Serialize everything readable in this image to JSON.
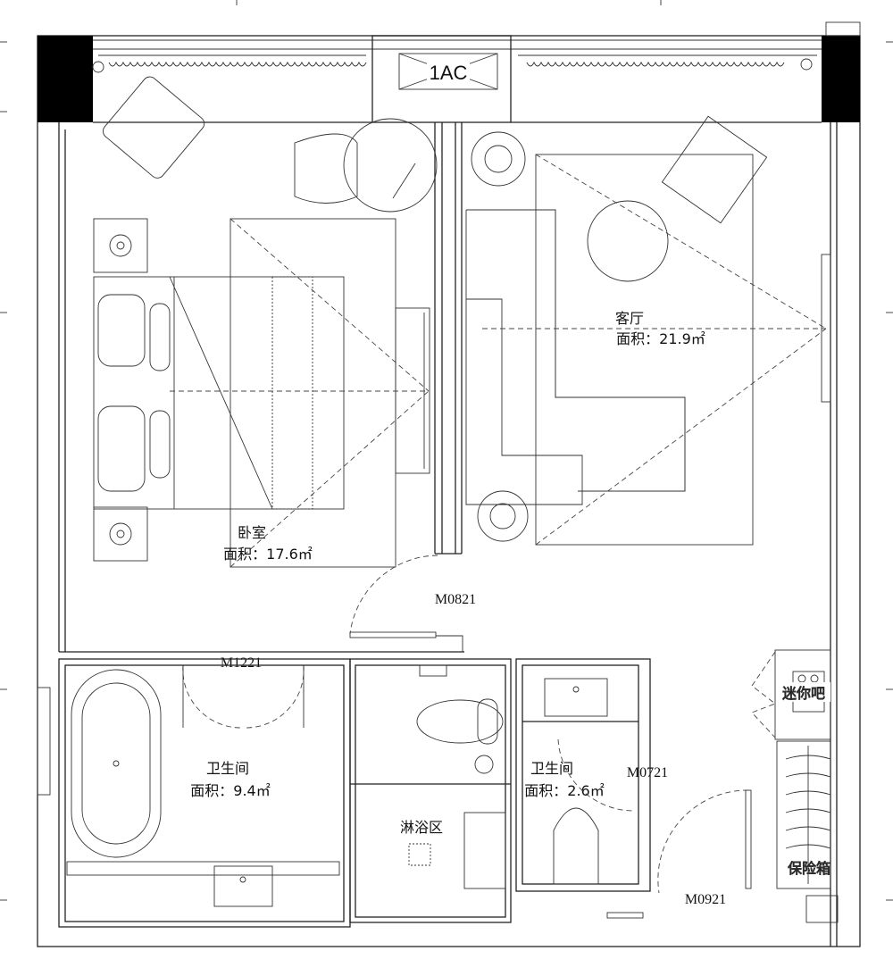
{
  "plan": {
    "ac_label": "1AC",
    "rooms": [
      {
        "name": "客厅",
        "area": "面积：21.9㎡"
      },
      {
        "name": "卧室",
        "area": "面积：17.6㎡"
      },
      {
        "name": "卫生间",
        "area": "面积：9.4㎡"
      },
      {
        "name": "卫生间",
        "area": "面积：2.6㎡"
      },
      {
        "name": "淋浴区"
      }
    ],
    "doors": [
      "M0821",
      "M1221",
      "M0721",
      "M0921"
    ],
    "fixtures": {
      "minibar": "迷你吧",
      "safe": "保险箱"
    }
  }
}
